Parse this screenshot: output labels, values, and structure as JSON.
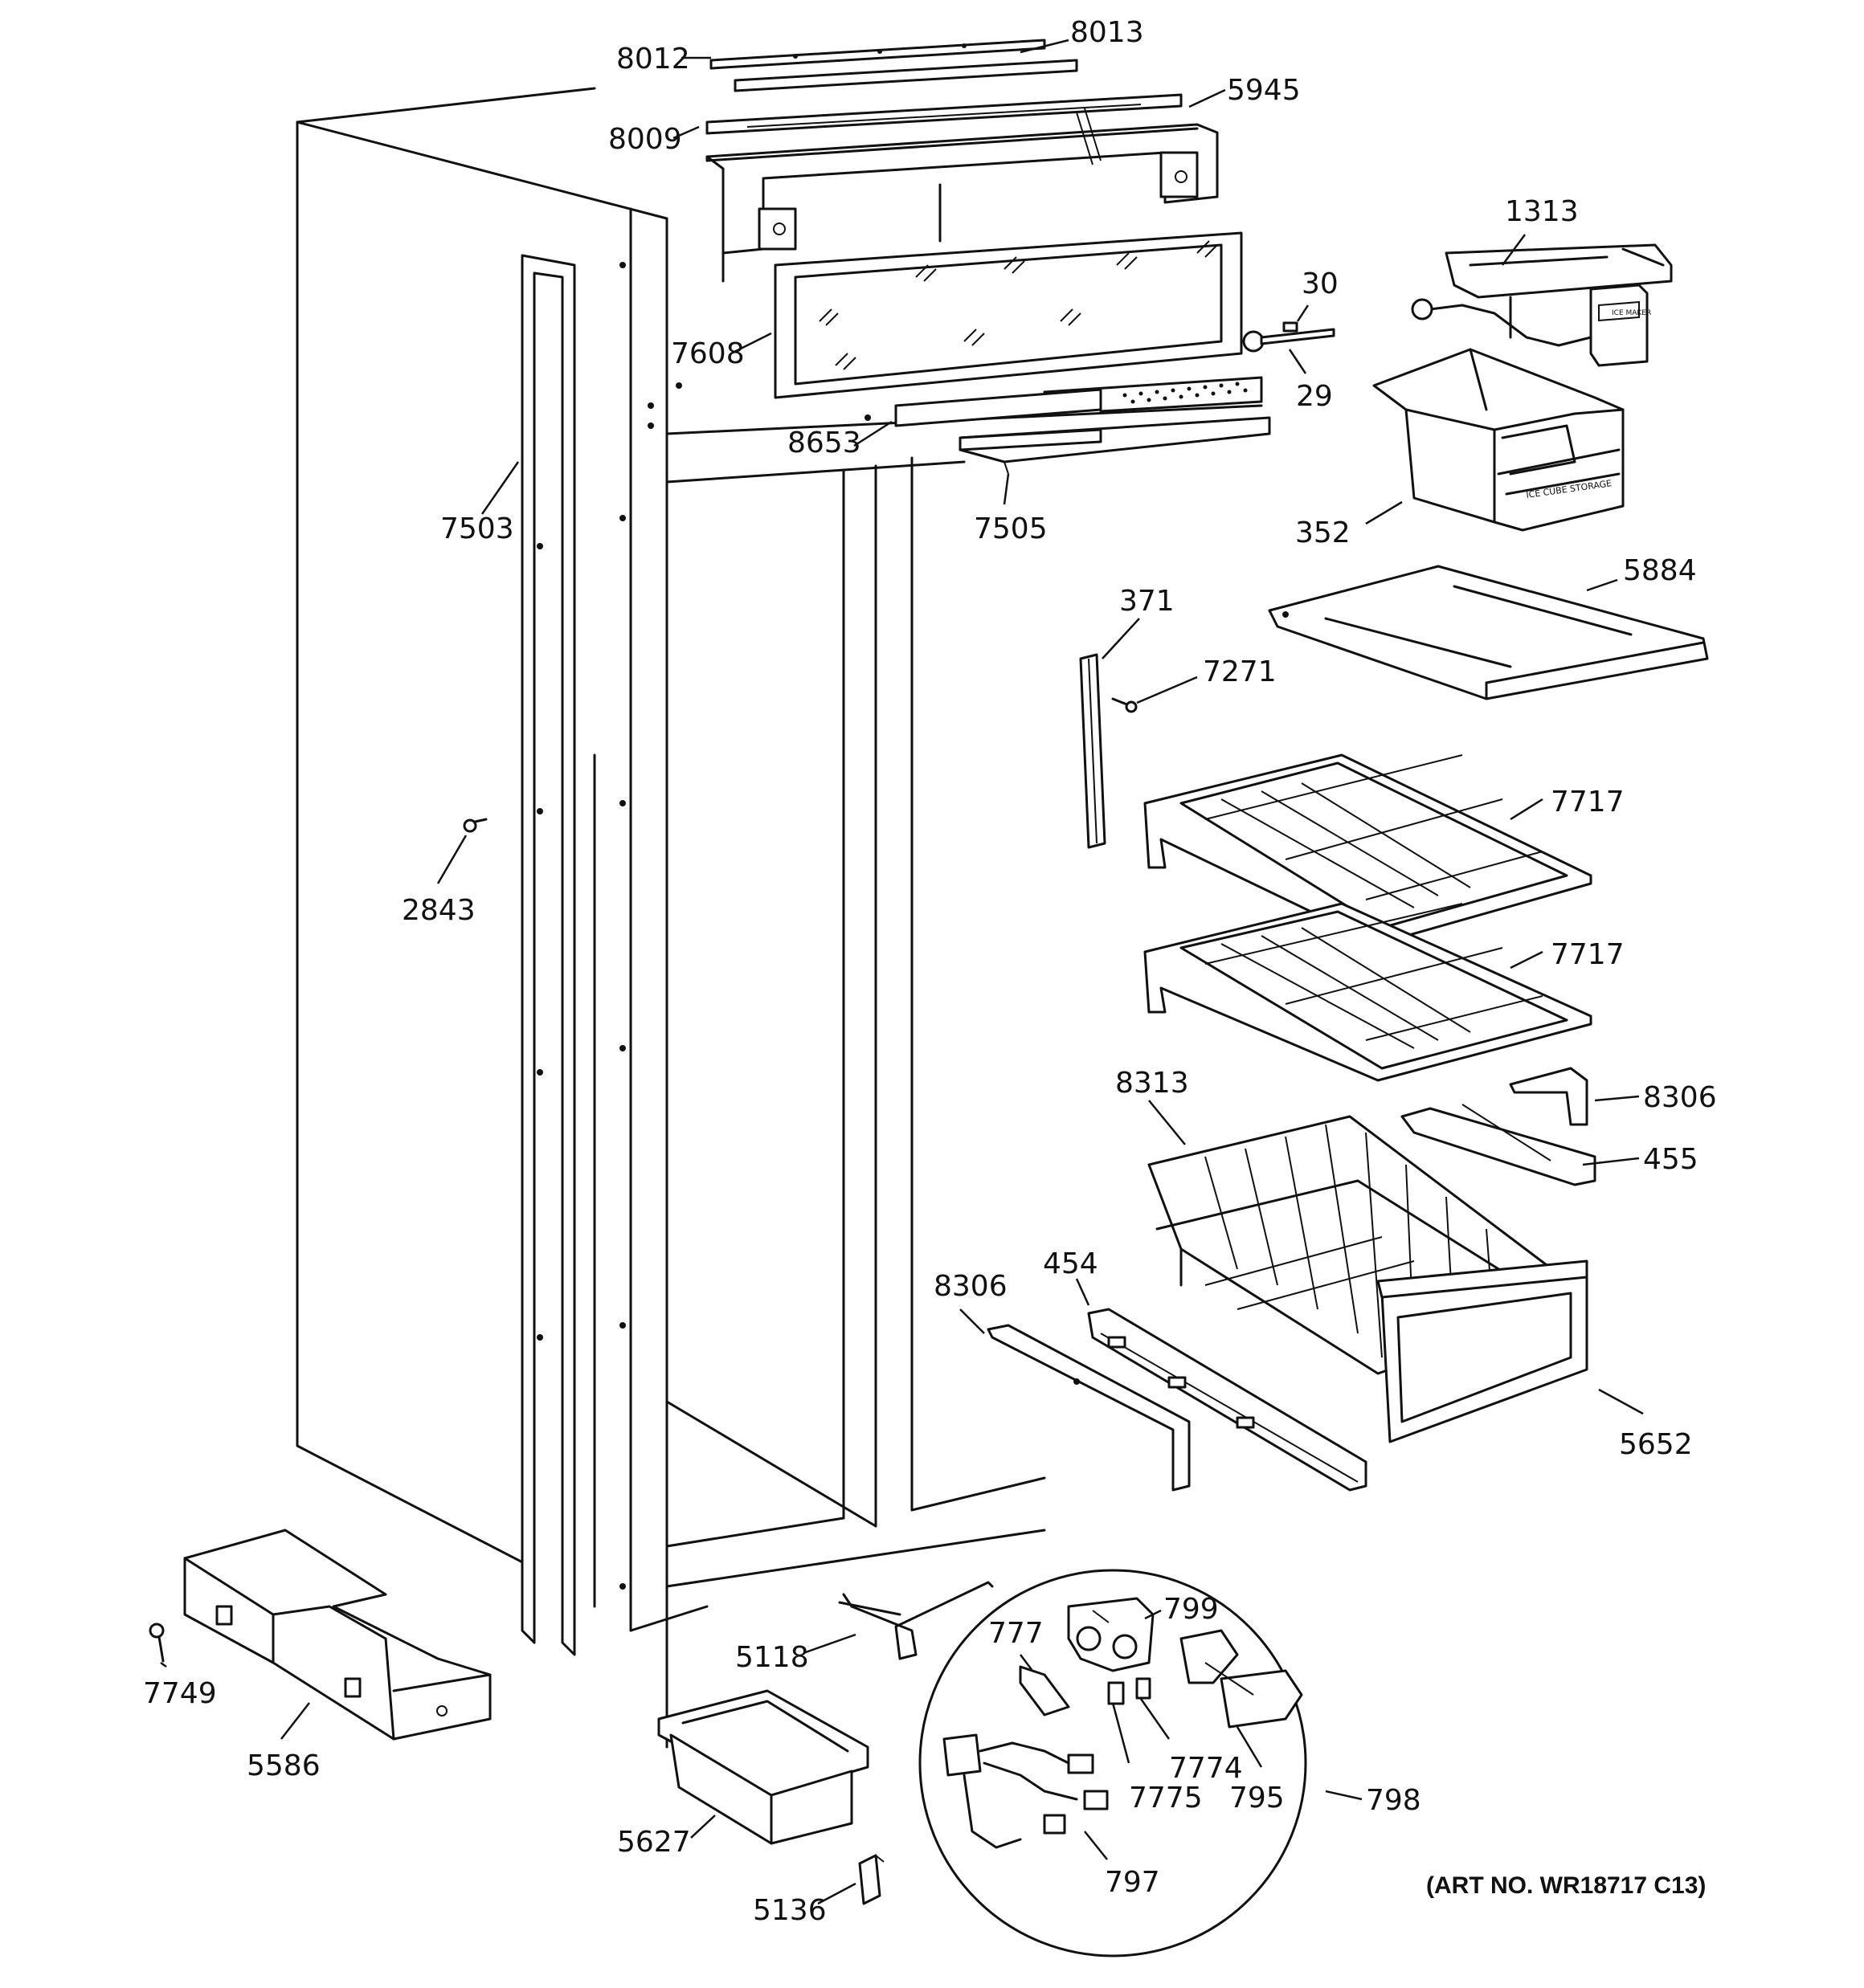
{
  "parts": [
    {
      "id": "8012",
      "label": "8012"
    },
    {
      "id": "8013",
      "label": "8013"
    },
    {
      "id": "5945",
      "label": "5945"
    },
    {
      "id": "8009",
      "label": "8009"
    },
    {
      "id": "1313",
      "label": "1313"
    },
    {
      "id": "30",
      "label": "30"
    },
    {
      "id": "7608",
      "label": "7608"
    },
    {
      "id": "29",
      "label": "29"
    },
    {
      "id": "8653",
      "label": "8653"
    },
    {
      "id": "352",
      "label": "352"
    },
    {
      "id": "7503",
      "label": "7503"
    },
    {
      "id": "7505",
      "label": "7505"
    },
    {
      "id": "5884",
      "label": "5884"
    },
    {
      "id": "371",
      "label": "371"
    },
    {
      "id": "7271",
      "label": "7271"
    },
    {
      "id": "2843",
      "label": "2843"
    },
    {
      "id": "7717a",
      "label": "7717"
    },
    {
      "id": "7717b",
      "label": "7717"
    },
    {
      "id": "8313",
      "label": "8313"
    },
    {
      "id": "8306a",
      "label": "8306"
    },
    {
      "id": "455",
      "label": "455"
    },
    {
      "id": "454",
      "label": "454"
    },
    {
      "id": "8306b",
      "label": "8306"
    },
    {
      "id": "5652",
      "label": "5652"
    },
    {
      "id": "799",
      "label": "799"
    },
    {
      "id": "777",
      "label": "777"
    },
    {
      "id": "5118",
      "label": "5118"
    },
    {
      "id": "7749",
      "label": "7749"
    },
    {
      "id": "7774",
      "label": "7774"
    },
    {
      "id": "5586",
      "label": "5586"
    },
    {
      "id": "795",
      "label": "795"
    },
    {
      "id": "7775",
      "label": "7775"
    },
    {
      "id": "798",
      "label": "798"
    },
    {
      "id": "5627",
      "label": "5627"
    },
    {
      "id": "797",
      "label": "797"
    },
    {
      "id": "5136",
      "label": "5136"
    }
  ],
  "art_number": "(ART NO. WR18717 C13)",
  "cube_storage_text": "ICE CUBE STORAGE",
  "ice_maker_text": "ICE MAKER"
}
